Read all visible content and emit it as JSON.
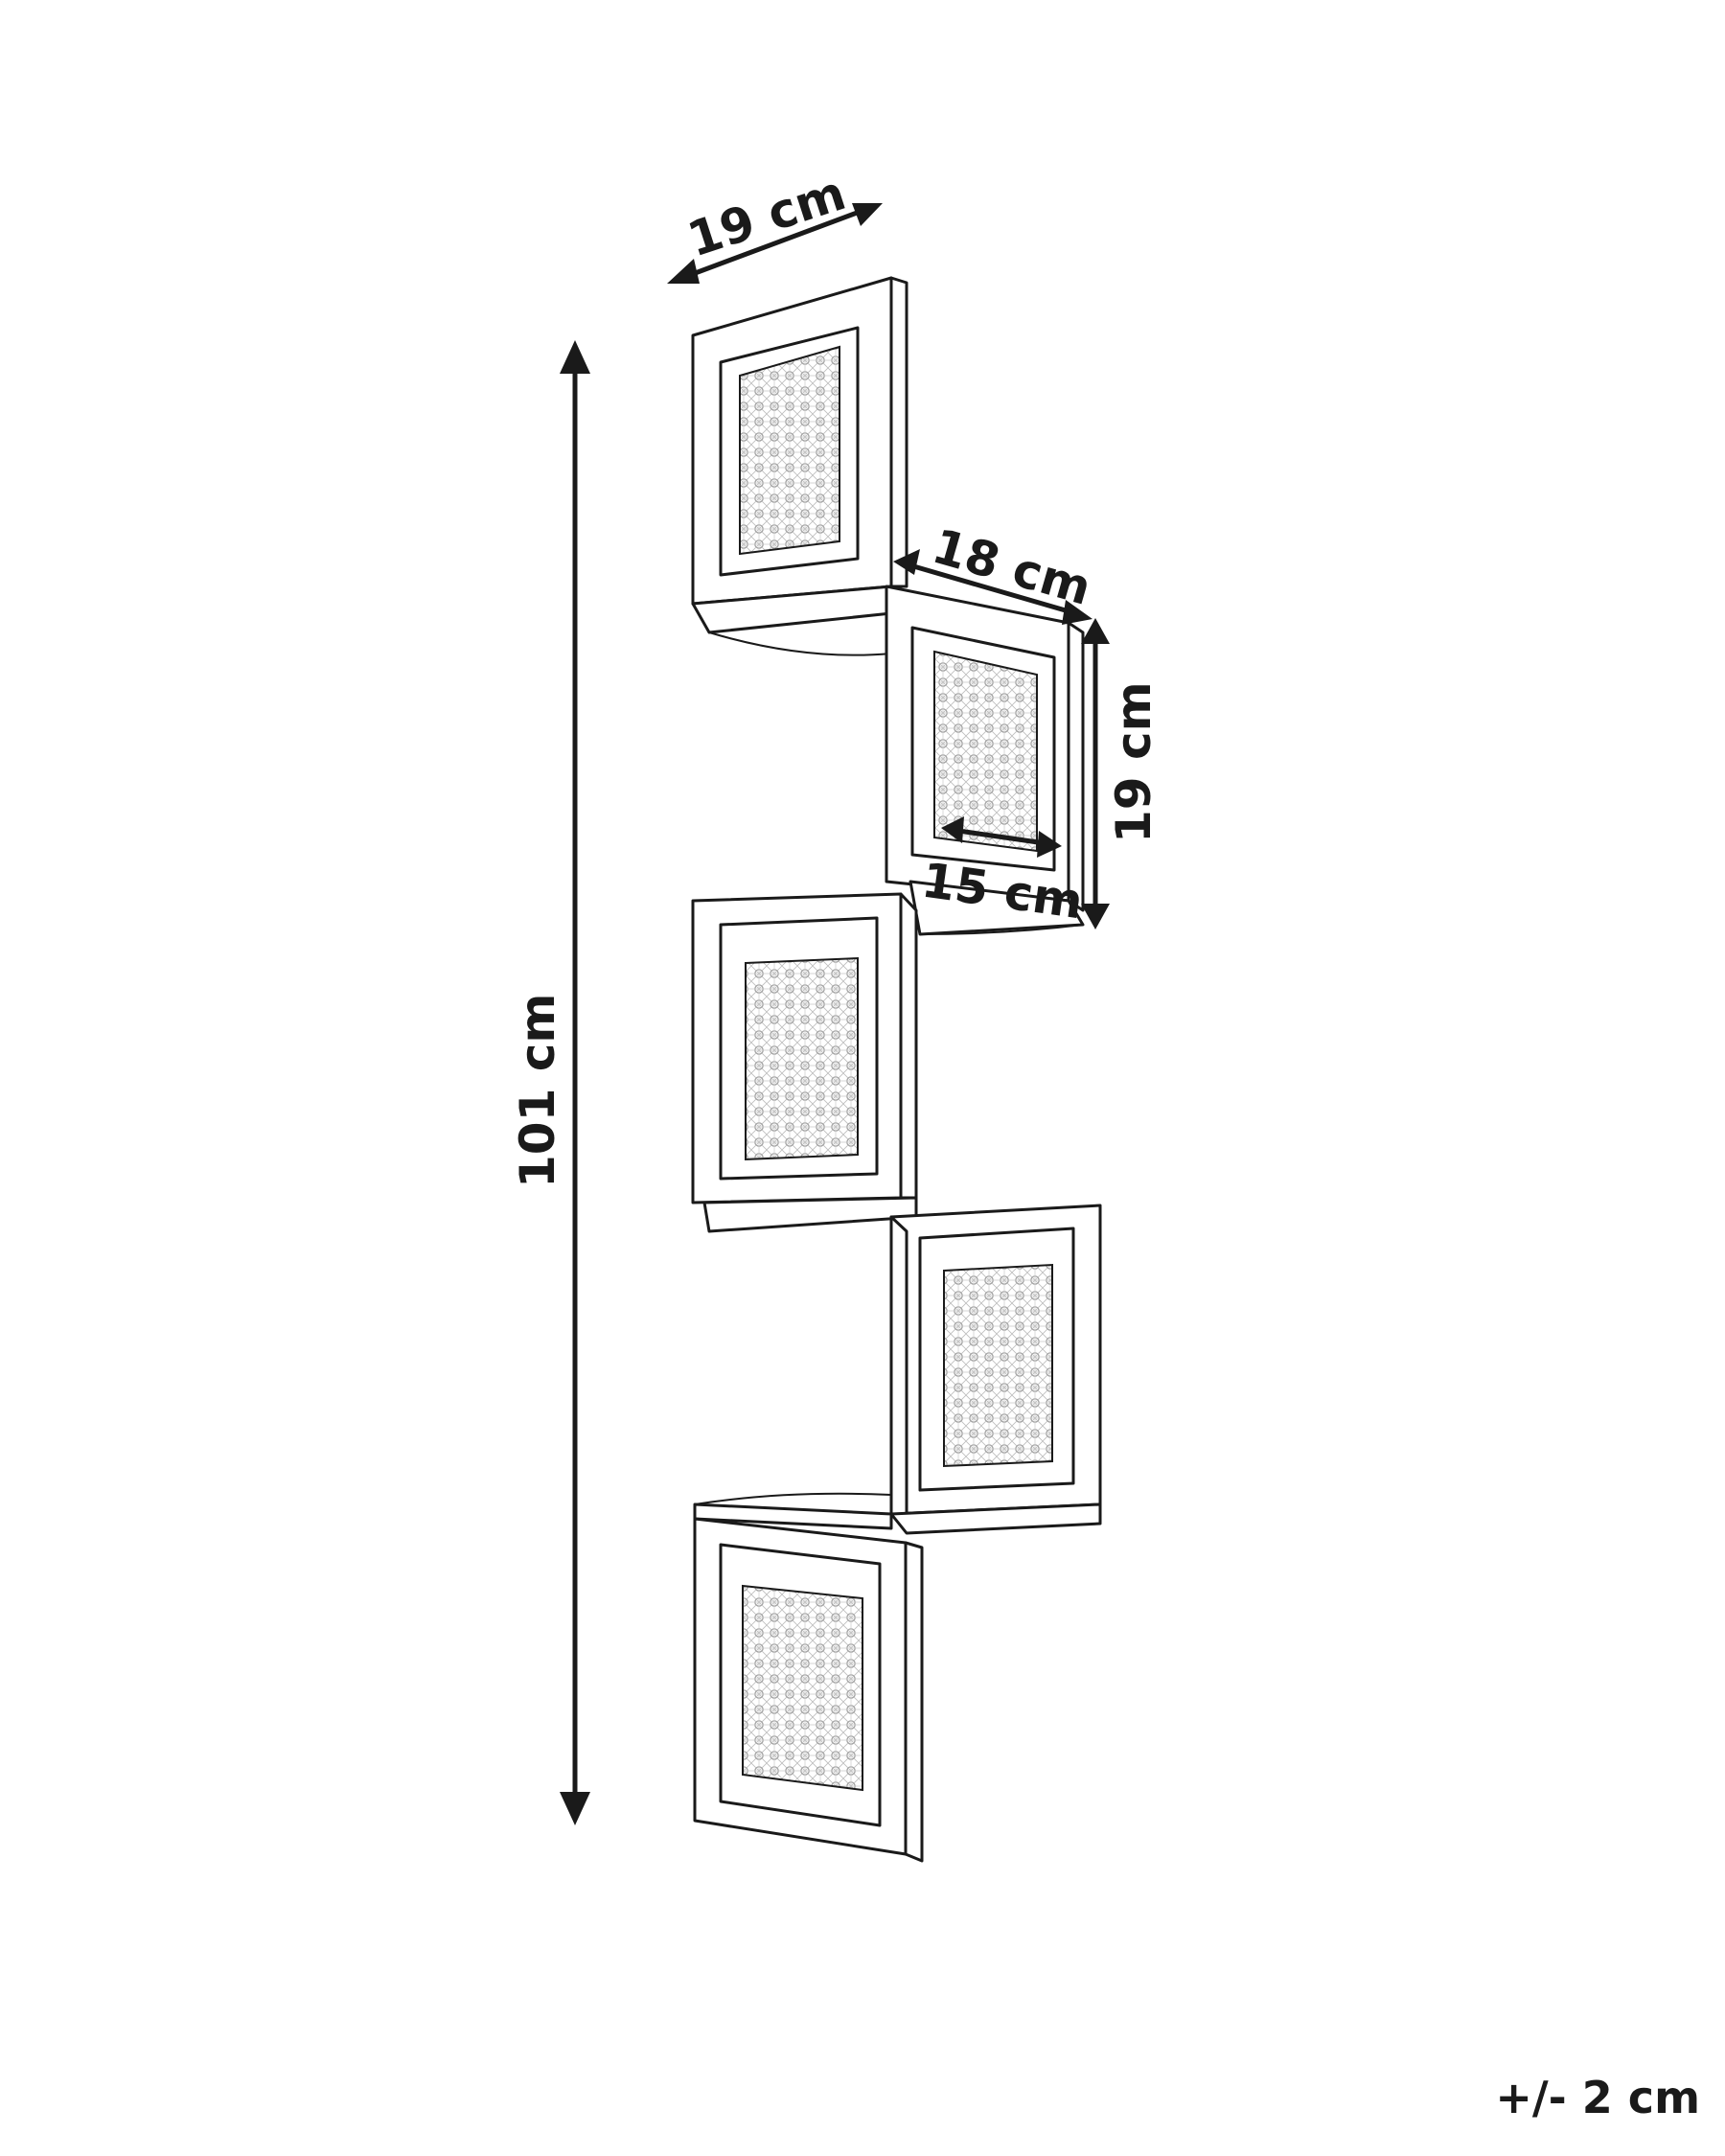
{
  "dimensions": {
    "top_depth": "19 cm",
    "shelf_depth": "18 cm",
    "cube_height": "19 cm",
    "inner_width": "15 cm",
    "total_height": "101 cm"
  },
  "tolerance": "+/- 2 cm",
  "colors": {
    "line": "#1a1a1a",
    "background": "#ffffff",
    "cane": "#9a9a9a"
  }
}
